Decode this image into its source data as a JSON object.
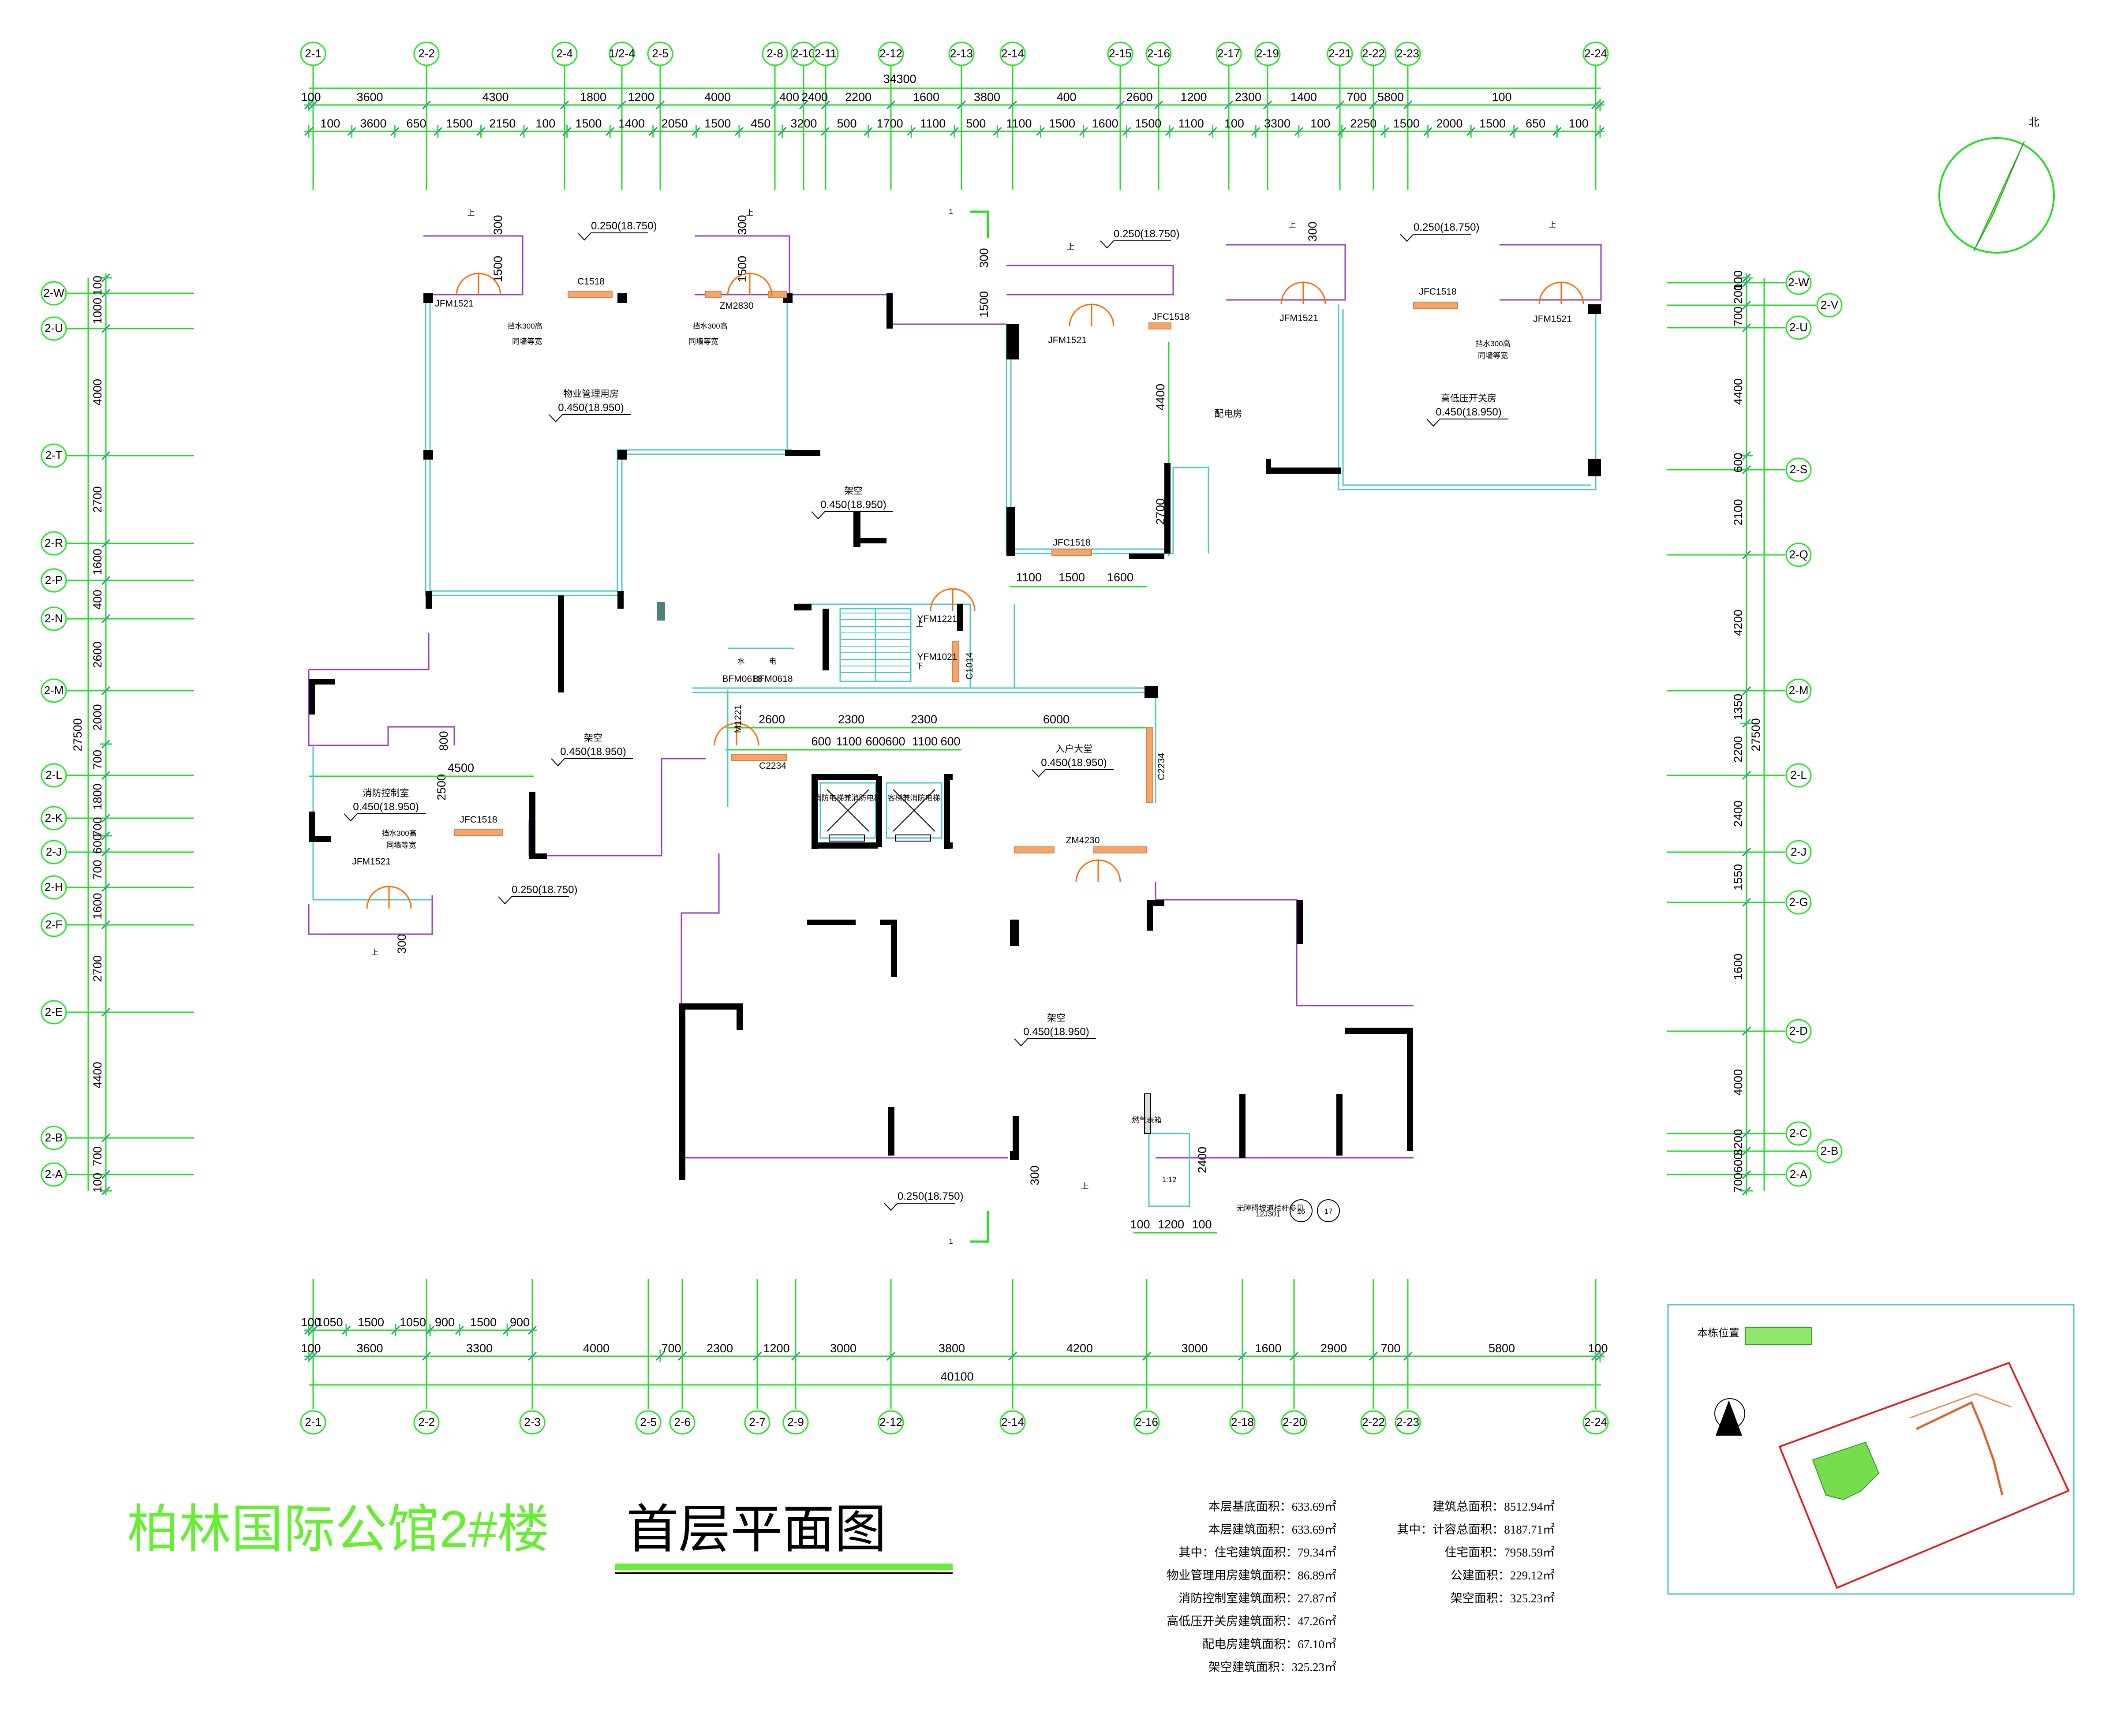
{
  "title": {
    "project": "柏林国际公馆2#楼",
    "drawing": "首层平面图"
  },
  "top_grid_labels": [
    "2-1",
    "2-2",
    "2-4",
    "1/2-4",
    "2-5",
    "2-8",
    "2-10",
    "2-11",
    "2-12",
    "2-13",
    "2-14",
    "2-15",
    "2-16",
    "2-17",
    "2-19",
    "2-21",
    "2-22",
    "2-23",
    "2-24"
  ],
  "bottom_grid_labels": [
    "2-1",
    "2-2",
    "2-3",
    "2-5",
    "2-6",
    "2-7",
    "2-9",
    "2-12",
    "2-14",
    "2-16",
    "2-18",
    "2-20",
    "2-22",
    "2-23",
    "2-24"
  ],
  "left_grid_labels": [
    "2-W",
    "2-U",
    "2-T",
    "2-R",
    "2-P",
    "2-N",
    "2-M",
    "2-L",
    "2-K",
    "2-J",
    "2-H",
    "2-F",
    "2-E",
    "2-B",
    "2-A"
  ],
  "right_grid_labels": [
    "2-W",
    "2-V",
    "2-U",
    "2-S",
    "2-Q",
    "2-M",
    "2-L",
    "2-J",
    "2-G",
    "2-D",
    "2-C",
    "2-B",
    "2-A"
  ],
  "dims": {
    "top_total": "34300",
    "top_row1": [
      "100",
      "3600",
      "4300",
      "1800",
      "1200",
      "4000",
      "400",
      "400",
      "2400",
      "2200",
      "1600",
      "3800",
      "400",
      "2600",
      "1200",
      "2300",
      "1400",
      "700",
      "5800",
      "100",
      "5800"
    ],
    "top_row2": [
      "100",
      "3600",
      "650",
      "1500",
      "2150",
      "100",
      "1500",
      "1400",
      "2050",
      "1500",
      "450",
      "3200",
      "500",
      "1700",
      "1100",
      "500",
      "1100",
      "1500",
      "1600",
      "1500",
      "1100",
      "100",
      "3300",
      "100",
      "2250",
      "1500",
      "2000",
      "1500",
      "650",
      "100"
    ],
    "bottom_row1": [
      "100",
      "1050",
      "1500",
      "1050",
      "900",
      "1500",
      "900"
    ],
    "bottom_row2": [
      "100",
      "3600",
      "3300",
      "4000",
      "700",
      "2300",
      "1200",
      "3000",
      "3800",
      "4200",
      "3000",
      "1600",
      "2900",
      "700",
      "5800",
      "100"
    ],
    "bottom_total": "40100",
    "left_total": "27500",
    "left_segments": [
      "100",
      "1000",
      "4000",
      "2700",
      "1600",
      "400",
      "2600",
      "2000",
      "700",
      "1800",
      "700",
      "600",
      "700",
      "1600",
      "2700",
      "4400",
      "700",
      "100"
    ],
    "right_total": "27500",
    "right_segments": [
      "100",
      "200",
      "700",
      "4400",
      "600",
      "2100",
      "4200",
      "1350",
      "2200",
      "2400",
      "1550",
      "1600",
      "4000",
      "3200",
      "600",
      "700",
      "100"
    ],
    "inner": [
      "1100",
      "1500",
      "1600",
      "4400",
      "2700",
      "300",
      "1500",
      "2600",
      "2300",
      "2300",
      "6000",
      "600",
      "1100",
      "600",
      "600",
      "1100",
      "600",
      "2400",
      "4500",
      "800",
      "2500",
      "300",
      "2400",
      "1200",
      "100",
      "100",
      "300",
      "300",
      "1500",
      "1500",
      "300",
      "300"
    ]
  },
  "rooms": [
    {
      "name": "物业管理用房",
      "level": "0.450(18.950)"
    },
    {
      "name": "架空",
      "level": "0.450(18.950)"
    },
    {
      "name": "配电房",
      "level": ""
    },
    {
      "name": "高低压开关房",
      "level": "0.450(18.950)"
    },
    {
      "name": "架空",
      "level": "0.450(18.950)"
    },
    {
      "name": "消防控制室",
      "level": "0.450(18.950)"
    },
    {
      "name": "入户大堂",
      "level": "0.450(18.950)"
    },
    {
      "name": "架空",
      "level": "0.450(18.950)"
    }
  ],
  "levels_outdoor": [
    "0.250(18.750)",
    "0.250(18.750)",
    "0.250(18.750)",
    "0.250(18.750)",
    "0.250(18.750)"
  ],
  "openings": [
    "JFM1521",
    "C1518",
    "ZM2830",
    "JFM1521",
    "JFC1518",
    "JFM1521",
    "JFC1518",
    "JFM1521",
    "JFC1518",
    "YFM1221",
    "YFM1021",
    "C1014",
    "BFM0618",
    "BFM0618",
    "M1221",
    "C2234",
    "C2234",
    "ZM4230",
    "JFC1518",
    "JFM1521"
  ],
  "notes": {
    "water_barrier": "挡水300高",
    "same_wall": "同墙等宽",
    "up": "上",
    "down": "下",
    "water": "水",
    "elec": "电",
    "elev1": "消防电梯兼消防电梯",
    "elev2": "客梯兼消防电梯",
    "ramp_ref": "无障碍坡道栏杆参见",
    "ramp_std": "12J301",
    "ramp_no1": "16",
    "ramp_no2": "17",
    "section_mark": "1",
    "north": "北",
    "gas_meter": "燃气表箱",
    "ramp_slope": "1:12"
  },
  "keyplan_label": "本栋位置",
  "areas_left": [
    {
      "label": "本层基底面积：633.69㎡",
      "color": "#000000"
    },
    {
      "label": "本层建筑面积：633.69㎡",
      "color": "#000000"
    },
    {
      "label": "其中：住宅建筑面积：79.34㎡",
      "color": "#000000"
    },
    {
      "label": "物业管理用房建筑面积：86.89㎡",
      "color": "#b34ec7"
    },
    {
      "label": "消防控制室建筑面积：27.87㎡",
      "color": "#000000"
    },
    {
      "label": "高低压开关房建筑面积：47.26㎡",
      "color": "#000000"
    },
    {
      "label": "配电房建筑面积：67.10㎡",
      "color": "#b34ec7"
    },
    {
      "label": "架空建筑面积：325.23㎡",
      "color": "#b34ec7"
    }
  ],
  "areas_right": [
    {
      "label": "建筑总面积：8512.94㎡"
    },
    {
      "label": "其中：计容总面积：8187.71㎡"
    },
    {
      "label": "住宅面积：7958.59㎡"
    },
    {
      "label": "公建面积：229.12㎡"
    },
    {
      "label": "架空面积：325.23㎡"
    }
  ],
  "colors": {
    "grid": "#22dd22",
    "wall": "#000000",
    "glass": "#4ec7c7",
    "outline": "#9d3bc0",
    "title_green": "#66ee33",
    "window": "#f3a56b",
    "dim_tick": "#3b77d8"
  }
}
